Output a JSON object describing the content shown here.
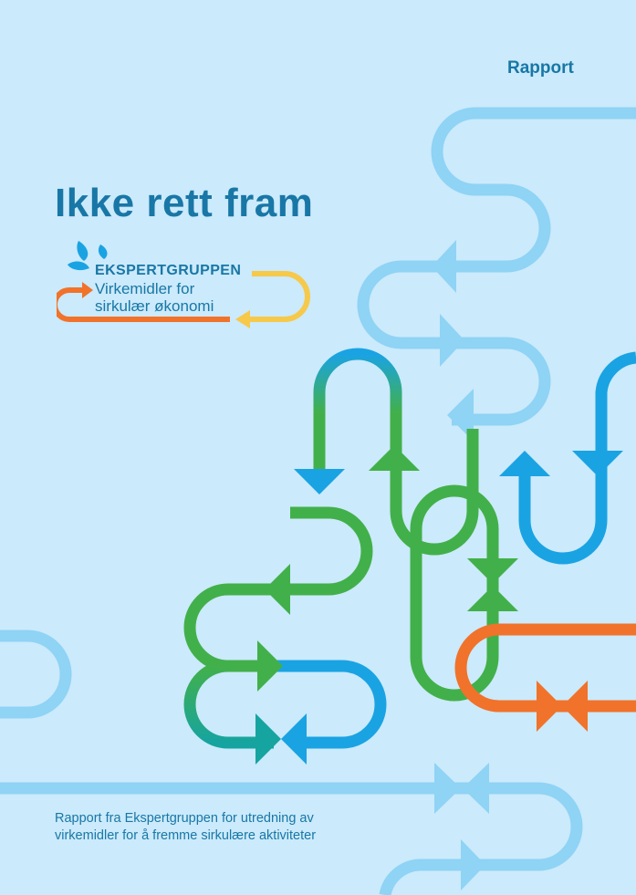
{
  "document": {
    "type_label": "Rapport",
    "title": "Ikke rett fram",
    "subtitle_line1": "Rapport fra Ekspertgruppen for utredning av",
    "subtitle_line2": "virkemidler for å fremme sirkulære aktiviteter"
  },
  "logo": {
    "name": "EKSPERTGRUPPEN",
    "line1": "Virkemidler for",
    "line2": "sirkulær økonomi"
  },
  "colors": {
    "background": "#cbeafb",
    "text_blue": "#1877a6",
    "light_blue": "#8fd3f5",
    "blue": "#1aa3e3",
    "green": "#42b04a",
    "teal": "#16a4a0",
    "orange": "#f1722a",
    "yellow": "#f6c94a"
  }
}
